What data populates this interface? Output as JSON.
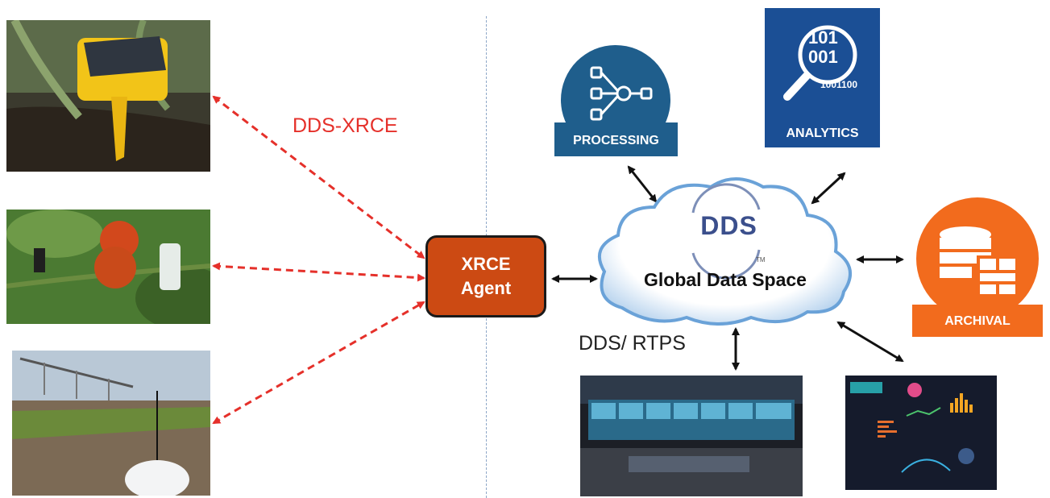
{
  "labels": {
    "protocol_left": "DDS-XRCE",
    "protocol_right": "DDS/ RTPS"
  },
  "agent": {
    "line1": "XRCE",
    "line2": "Agent"
  },
  "cloud": {
    "logo": "DDS",
    "trademark": "TM",
    "title": "Global Data Space"
  },
  "services": {
    "processing": "PROCESSING",
    "analytics": "ANALYTICS",
    "analytics_binary": [
      "101",
      "001",
      "1001100"
    ],
    "archival": "ARCHIVAL"
  },
  "colors": {
    "xrce_arrow": "#e5302a",
    "agent_fill": "#cc4a13",
    "processing_blue": "#1f5e8c",
    "analytics_blue": "#1b4f95",
    "archival_orange": "#f26b1d"
  }
}
